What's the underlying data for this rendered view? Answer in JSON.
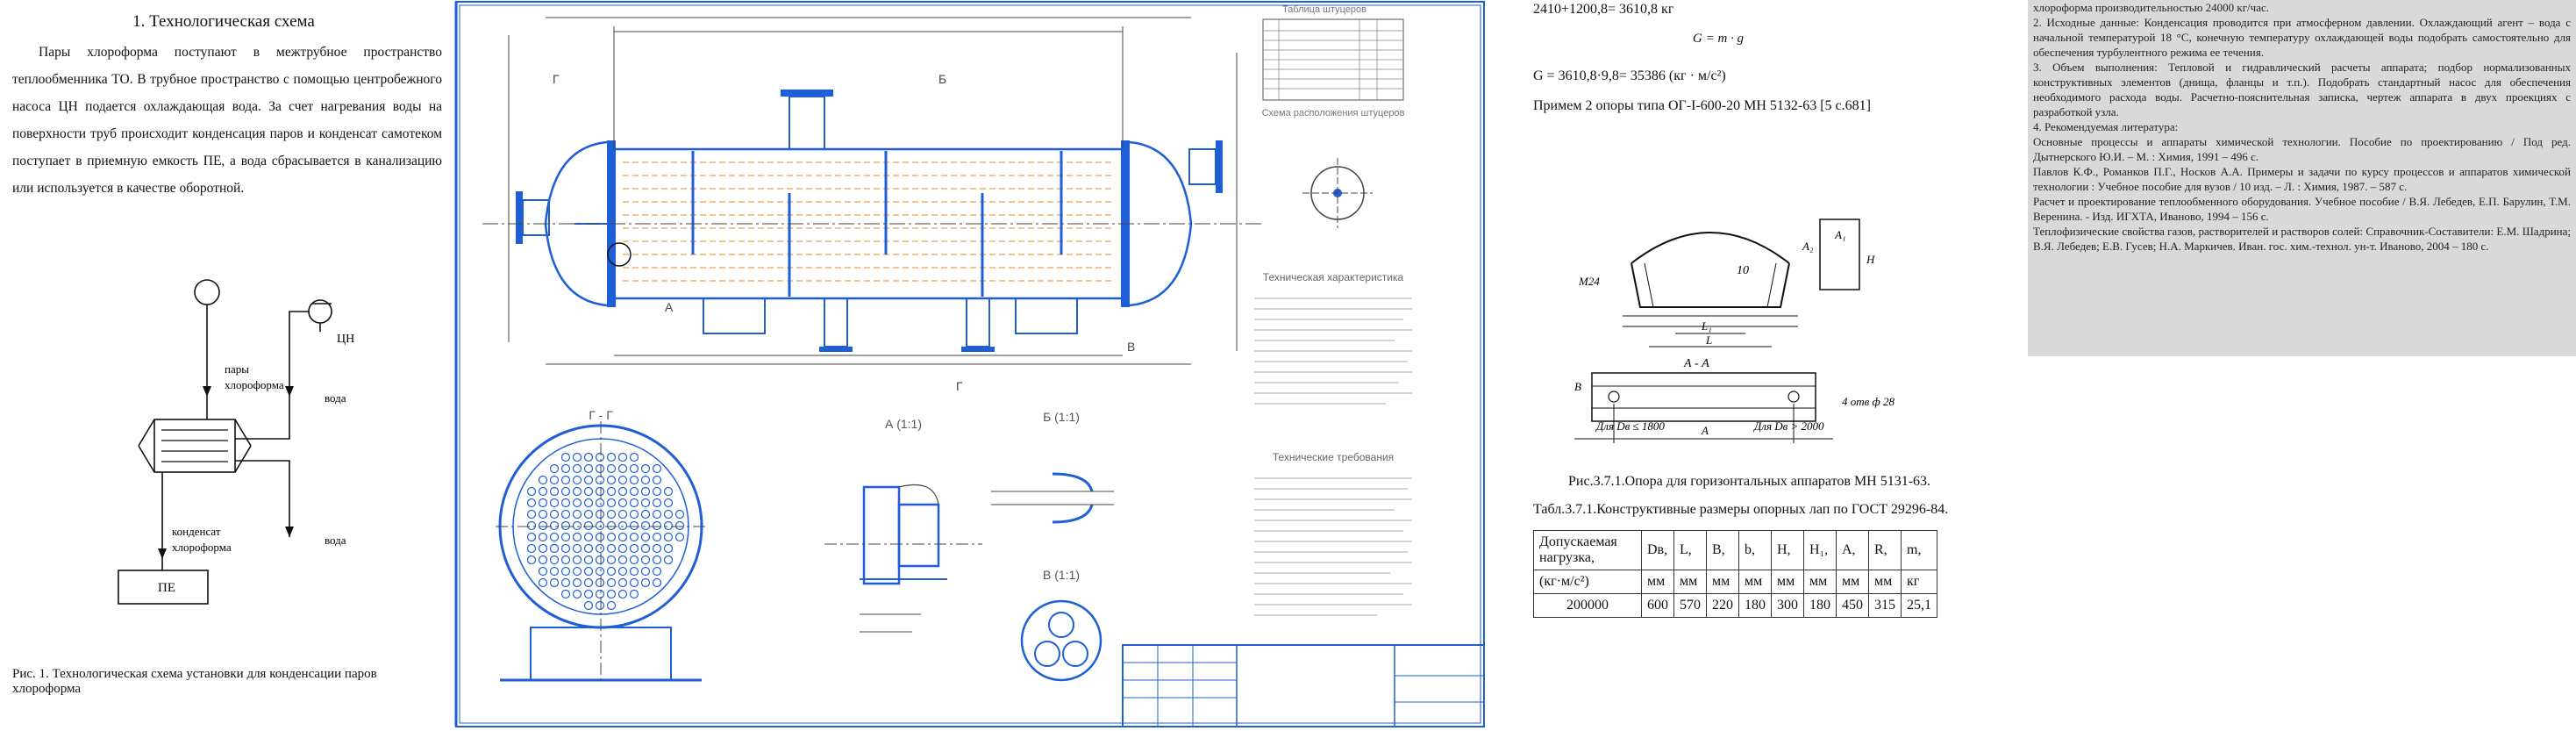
{
  "panel1": {
    "heading": "1. Технологическая схема",
    "paragraph": "Пары хлороформа поступают в межтрубное пространство теплообменника ТО. В трубное пространство с помощью центробежного насоса ЦН подается охлаждающая вода. За счет нагревания воды на поверхности труб происходит конденсация паров и конденсат самотеком поступает в приемную емкость ПЕ, а вода сбрасывается в канализацию или используется в качестве оборотной.",
    "labels": {
      "pump": "ЦН",
      "vapor_line1": "пары",
      "vapor_line2": "хлороформа",
      "water_top": "вода",
      "water_bottom": "вода",
      "condensate_line1": "конденсат",
      "condensate_line2": "хлороформа",
      "tank": "ПЕ"
    },
    "caption": "Рис. 1. Технологическая схема установки для конденсации паров хлороформа"
  },
  "panel2": {
    "table_title": "Таблица штуцеров",
    "section_labels": [
      "Г - Г",
      "А (1:1)",
      "Б (1:1)",
      "В (1:1)"
    ],
    "tech_title": "Техническая характеристика",
    "req_title": "Технические требования",
    "circle_title": "Схема расположения штуцеров",
    "cut_label_g": "Г",
    "cut_label_a": "А",
    "cut_label_b": "Б",
    "cut_label_v": "В"
  },
  "panel3": {
    "eq1": "2410+1200,8= 3610,8 кг",
    "eq2": "G = m · g",
    "eq3": "G = 3610,8·9,8= 35386 (кг · м/с²)",
    "accept": "Примем 2 опоры типа ОГ-I-600-20  МН 5132-63 [5 с.681]",
    "fig_caption": "Рис.3.7.1.Опора для горизонтальных аппаратов  МН 5131-63.",
    "table_caption": "Табл.3.7.1.Конструктивные размеры опорных лап по ГОСТ 29296-84.",
    "drawing_labels": {
      "n10a": "10",
      "a1": "A₁",
      "a2": "A₂",
      "h": "H",
      "m24": "M24",
      "l1": "L₁",
      "l": "L",
      "aa": "А - А",
      "holes": "4 отв ф 28",
      "a": "A",
      "b": "B",
      "d1": "Для Dв ≤ 1800",
      "d2": "Для Dв > 2000"
    },
    "table": {
      "headers": [
        "Допускаемая нагрузка,",
        "Dв,",
        "L,",
        "B,",
        "b,",
        "H,",
        "H₁,",
        "A,",
        "R,",
        "m,"
      ],
      "units": [
        "(кг·м/с²)",
        "мм",
        "мм",
        "мм",
        "мм",
        "мм",
        "мм",
        "мм",
        "мм",
        "кг"
      ],
      "row": [
        "200000",
        "600",
        "570",
        "220",
        "180",
        "300",
        "180",
        "450",
        "315",
        "25,1"
      ]
    }
  },
  "panel4": {
    "lines": [
      "хлороформа производительностью 24000 кг/час.",
      "2. Исходные данные: Конденсация проводится при атмосферном давлении. Охлаждающий агент – вода с начальной температурой 18 °С, конечную температуру охлаждающей воды подобрать самостоятельно для обеспечения турбулентного режима ее течения.",
      "3. Объем выполнения: Тепловой и гидравлический расчеты аппарата; подбор нормализованных конструктивных элементов (днища, фланцы и т.п.). Подобрать стандартный насос для обеспечения необходимого расхода воды. Расчетно-пояснительная записка, чертеж аппарата в двух проекциях с разработкой узла.",
      "4. Рекомендуемая литература:",
      "Основные процессы и аппараты химической технологии. Пособие по проектированию / Под ред. Дытнерского Ю.И. – М. : Химия, 1991 – 496 с.",
      "Павлов К.Ф., Романков П.Г., Носков А.А. Примеры и задачи по курсу процессов и аппаратов химической технологии : Учебное пособие для вузов / 10 изд. – Л. : Химия, 1987. – 587 с.",
      "Расчет и проектирование теплообменного оборудования. Учебное пособие / В.Я. Лебедев, Е.П. Барулин, Т.М. Веренина. - Изд. ИГХТА, Иваново, 1994 – 156 с.",
      "Теплофизические свойства газов, растворителей и растворов солей: Справочник-Составители: Е.М. Шадрина; В.Я. Лебедев; Е.В. Гусев; Н.А. Маркичев. Иван. гос. хим.-технол. ун-т. Иваново, 2004 – 180 с."
    ]
  },
  "colors": {
    "blue": "#1f5fd6",
    "orange": "#e58a1f",
    "drawing": "#444444",
    "scan_bg": "#d9d9d9"
  }
}
